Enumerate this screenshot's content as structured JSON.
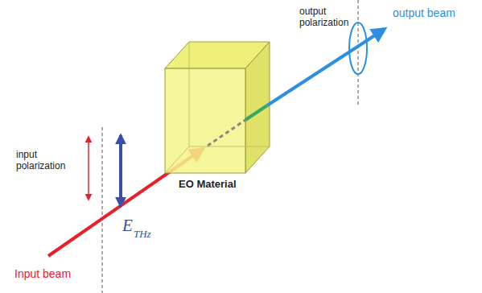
{
  "diagram": {
    "labels": [
      "output beam",
      "output polarization",
      "input polarization",
      "EO Material",
      "Input beam",
      "E",
      "THz"
    ]
  }
}
